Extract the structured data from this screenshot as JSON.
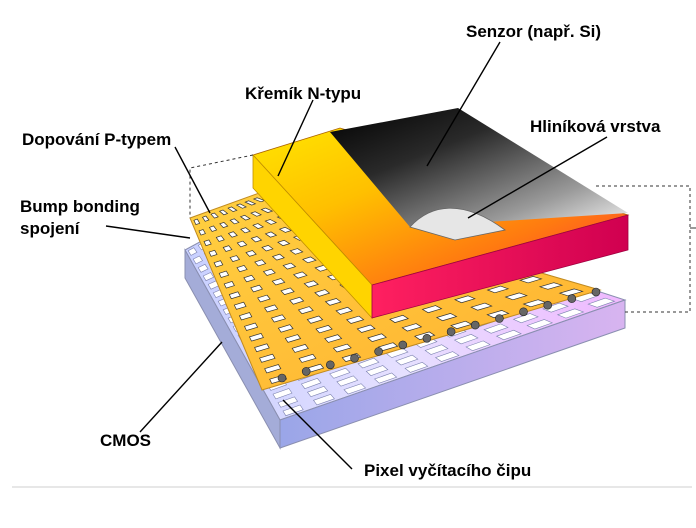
{
  "labels": {
    "sensor": "Senzor (např. Si)",
    "n_silicon": "Křemík N-typu",
    "aluminium": "Hliníková vrstva",
    "p_doping": "Dopování P-typem",
    "bump_line1": "Bump bonding",
    "bump_line2": "spojení",
    "cmos": "CMOS",
    "pixel": "Pixel vyčítacího čipu"
  },
  "colors": {
    "sensor_gradient": [
      "#ffe600",
      "#ffb000",
      "#ff6a00",
      "#ff1a4a",
      "#e0005a"
    ],
    "aluminium_gradient": [
      "#000000",
      "#3a3a3a",
      "#bdbdbd",
      "#ffffff"
    ],
    "p_layer": "#f2c040",
    "cmos_gradient": [
      "#b8c4ff",
      "#e6e6ff",
      "#f0b8ff"
    ],
    "bump": "#666666"
  }
}
